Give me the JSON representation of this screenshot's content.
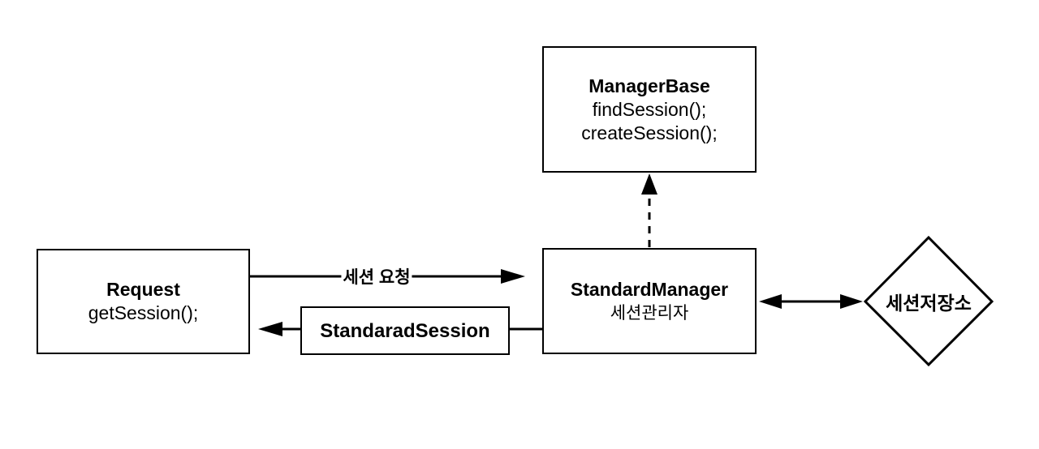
{
  "canvas": {
    "background_color": "#ffffff",
    "line_color": "#000000"
  },
  "nodes": {
    "manager_base": {
      "title": "ManagerBase",
      "method1": "findSession();",
      "method2": "createSession();"
    },
    "request": {
      "title": "Request",
      "method1": "getSession();"
    },
    "standard_manager": {
      "title": "StandardManager",
      "subtitle": "세션관리자"
    },
    "standarad_session": {
      "title": "StandaradSession"
    },
    "session_storage": {
      "label": "세션저장소"
    }
  },
  "edges": {
    "session_request": {
      "label": "세션 요청"
    }
  }
}
